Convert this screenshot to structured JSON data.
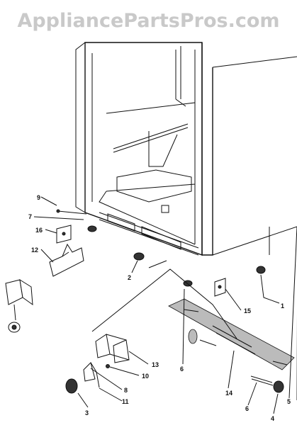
{
  "watermark": "AppliancePartsPros.com",
  "callouts": [
    "9",
    "7",
    "16",
    "12",
    "2",
    "15",
    "1",
    "13",
    "10",
    "8",
    "11",
    "3",
    "6",
    "14",
    "6",
    "4",
    "5"
  ]
}
